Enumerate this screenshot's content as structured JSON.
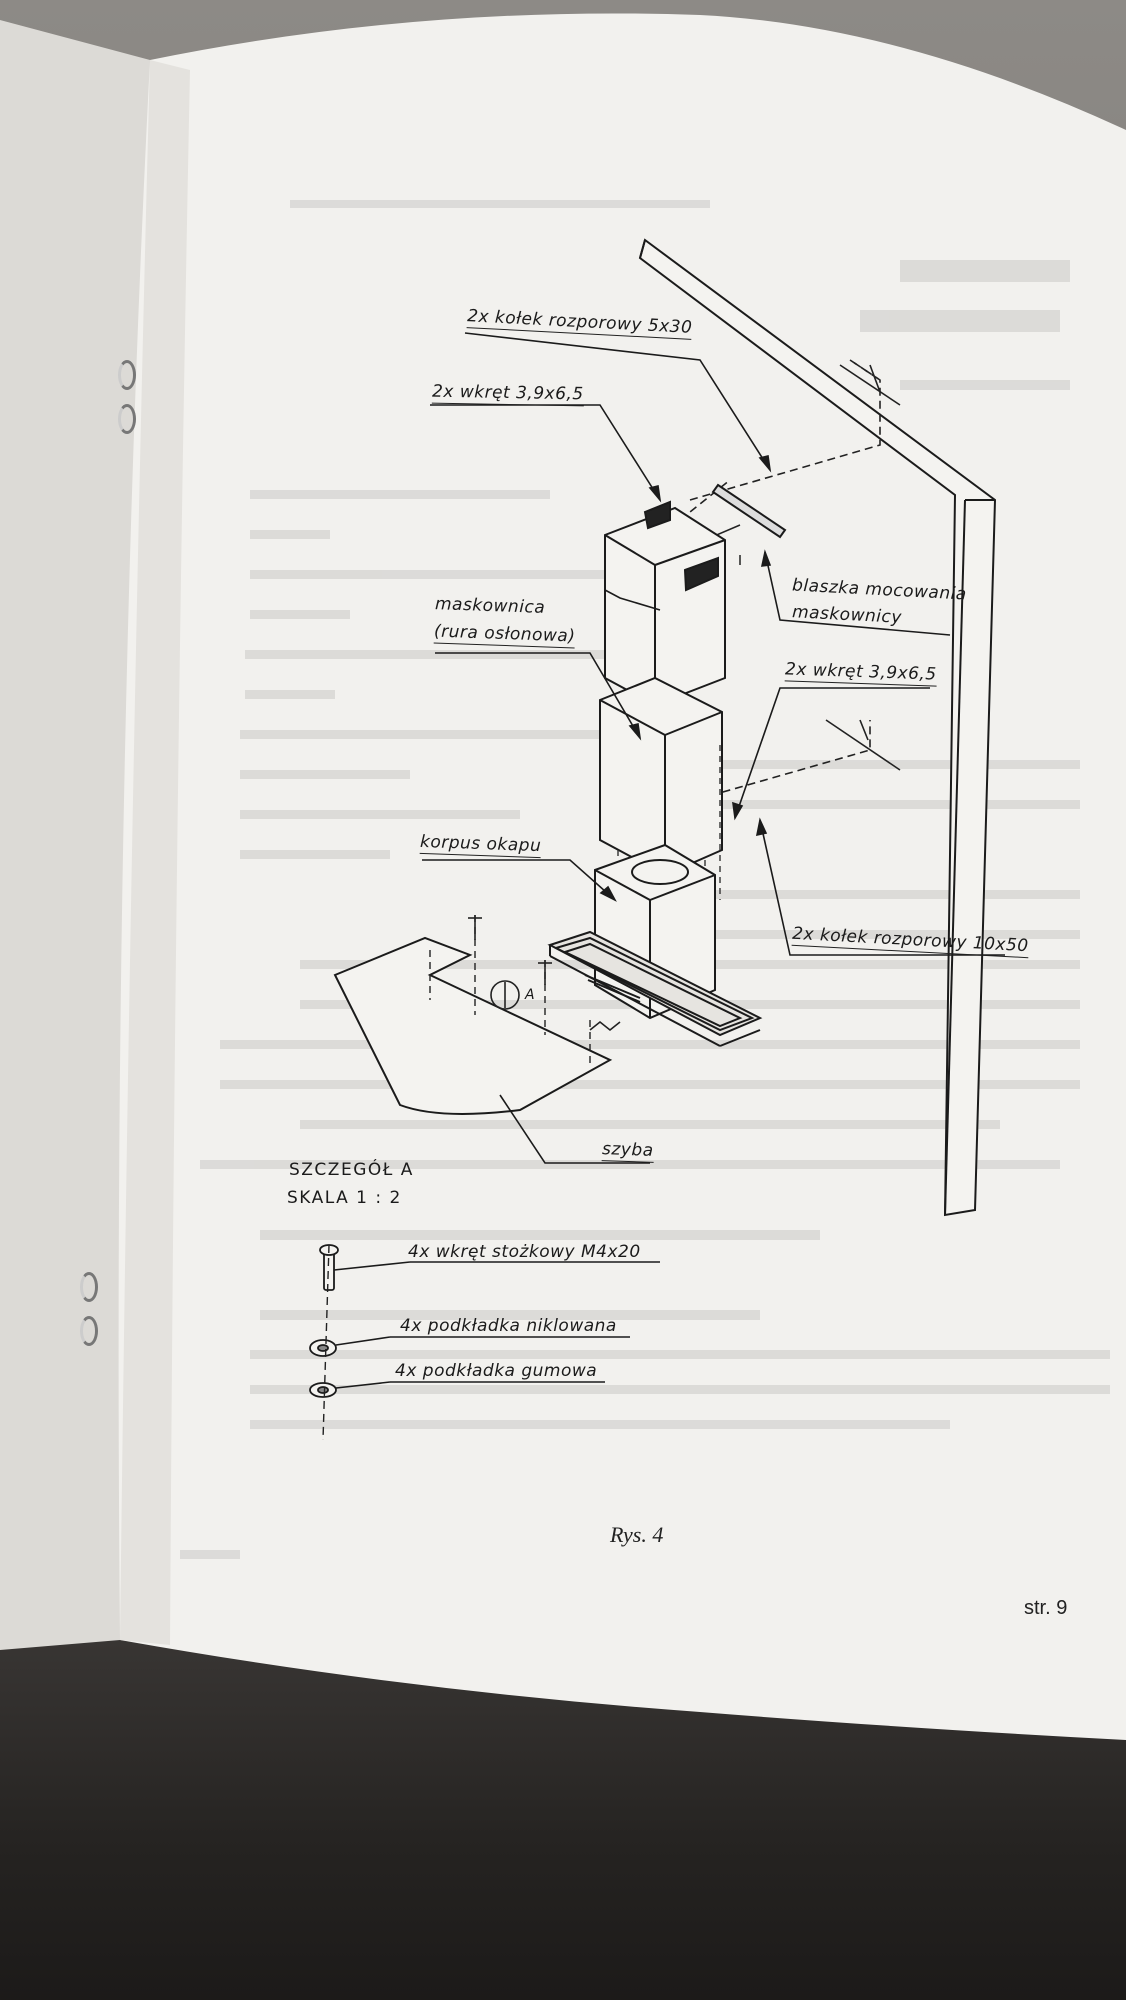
{
  "figure": {
    "labels": {
      "kolek_top": "2x kołek rozporowy 5x30",
      "wkret_top": "2x wkręt 3,9x6,5",
      "blaszka_line1": "blaszka mocowania",
      "blaszka_line2": "maskownicy",
      "maskownica_line1": "maskownica",
      "maskownica_line2": "(rura osłonowa)",
      "wkret_mid": "2x wkręt 3,9x6,5",
      "korpus": "korpus okapu",
      "kolek_bottom": "2x kołek rozporowy 10x50",
      "detail_marker": "A",
      "szyba": "szyba"
    },
    "detail": {
      "title": "SZCZEGÓŁ A",
      "scale": "SKALA 1 : 2",
      "wkret_stozkowy": "4x wkręt stożkowy M4x20",
      "podkladka_niklowana": "4x podkładka niklowana",
      "podkladka_gumowa": "4x podkładka gumowa"
    },
    "caption": "Rys. 4"
  },
  "page_number": "str. 9",
  "icons": {
    "binding_ring": "binding-ring-icon",
    "screw": "screw-icon",
    "washer": "washer-icon"
  },
  "colors": {
    "paper": "#f2f1ee",
    "ink": "#1b1b1b",
    "background": "#7b7874"
  }
}
